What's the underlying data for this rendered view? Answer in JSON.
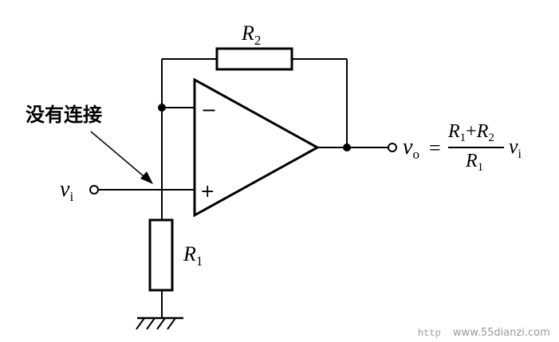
{
  "colors": {
    "stroke": "#000000",
    "background": "#ffffff",
    "watermark": "#9a9a9a"
  },
  "labels": {
    "r2": {
      "letter": "R",
      "sub": "2"
    },
    "r1": {
      "letter": "R",
      "sub": "1"
    },
    "minus": "−",
    "plus": "+",
    "annotation": "没有连接",
    "vi": {
      "letter": "v",
      "sub": "i"
    }
  },
  "output_formula": {
    "lhs": {
      "letter": "v",
      "sub": "o"
    },
    "equals": "=",
    "numerator": {
      "a": "R",
      "a_sub": "1",
      "op": "+",
      "b": "R",
      "b_sub": "2"
    },
    "denominator": {
      "a": "R",
      "a_sub": "1"
    },
    "factor": {
      "letter": "v",
      "sub": "i"
    }
  },
  "watermark": {
    "prefix": "http",
    "url": "www.55dianzi.com"
  }
}
